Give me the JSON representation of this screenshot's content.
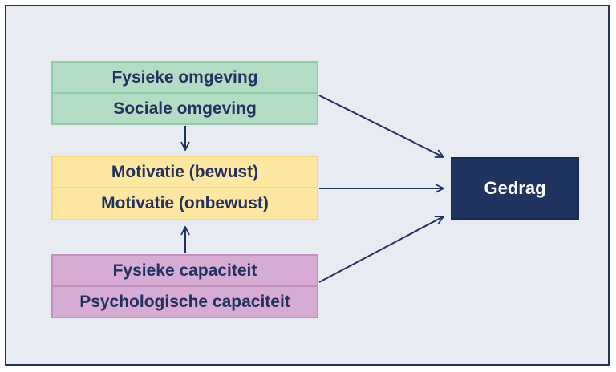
{
  "colors": {
    "frame_border": "#23335e",
    "frame_background": "#e8ebf2",
    "text": "#22325f",
    "green": "#b3dcc5",
    "yellow": "#fde7a1",
    "purple": "#d6abd4",
    "gedrag": "#1f3461",
    "arrow": "#22325f"
  },
  "boxes": {
    "fysieke_omgeving": "Fysieke omgeving",
    "sociale_omgeving": "Sociale omgeving",
    "motivatie_bewust": "Motivatie (bewust)",
    "motivatie_onbewust": "Motivatie (onbewust)",
    "fysieke_capaciteit": "Fysieke capaciteit",
    "psychologische_capaciteit": "Psychologische capaciteit",
    "gedrag": "Gedrag"
  }
}
